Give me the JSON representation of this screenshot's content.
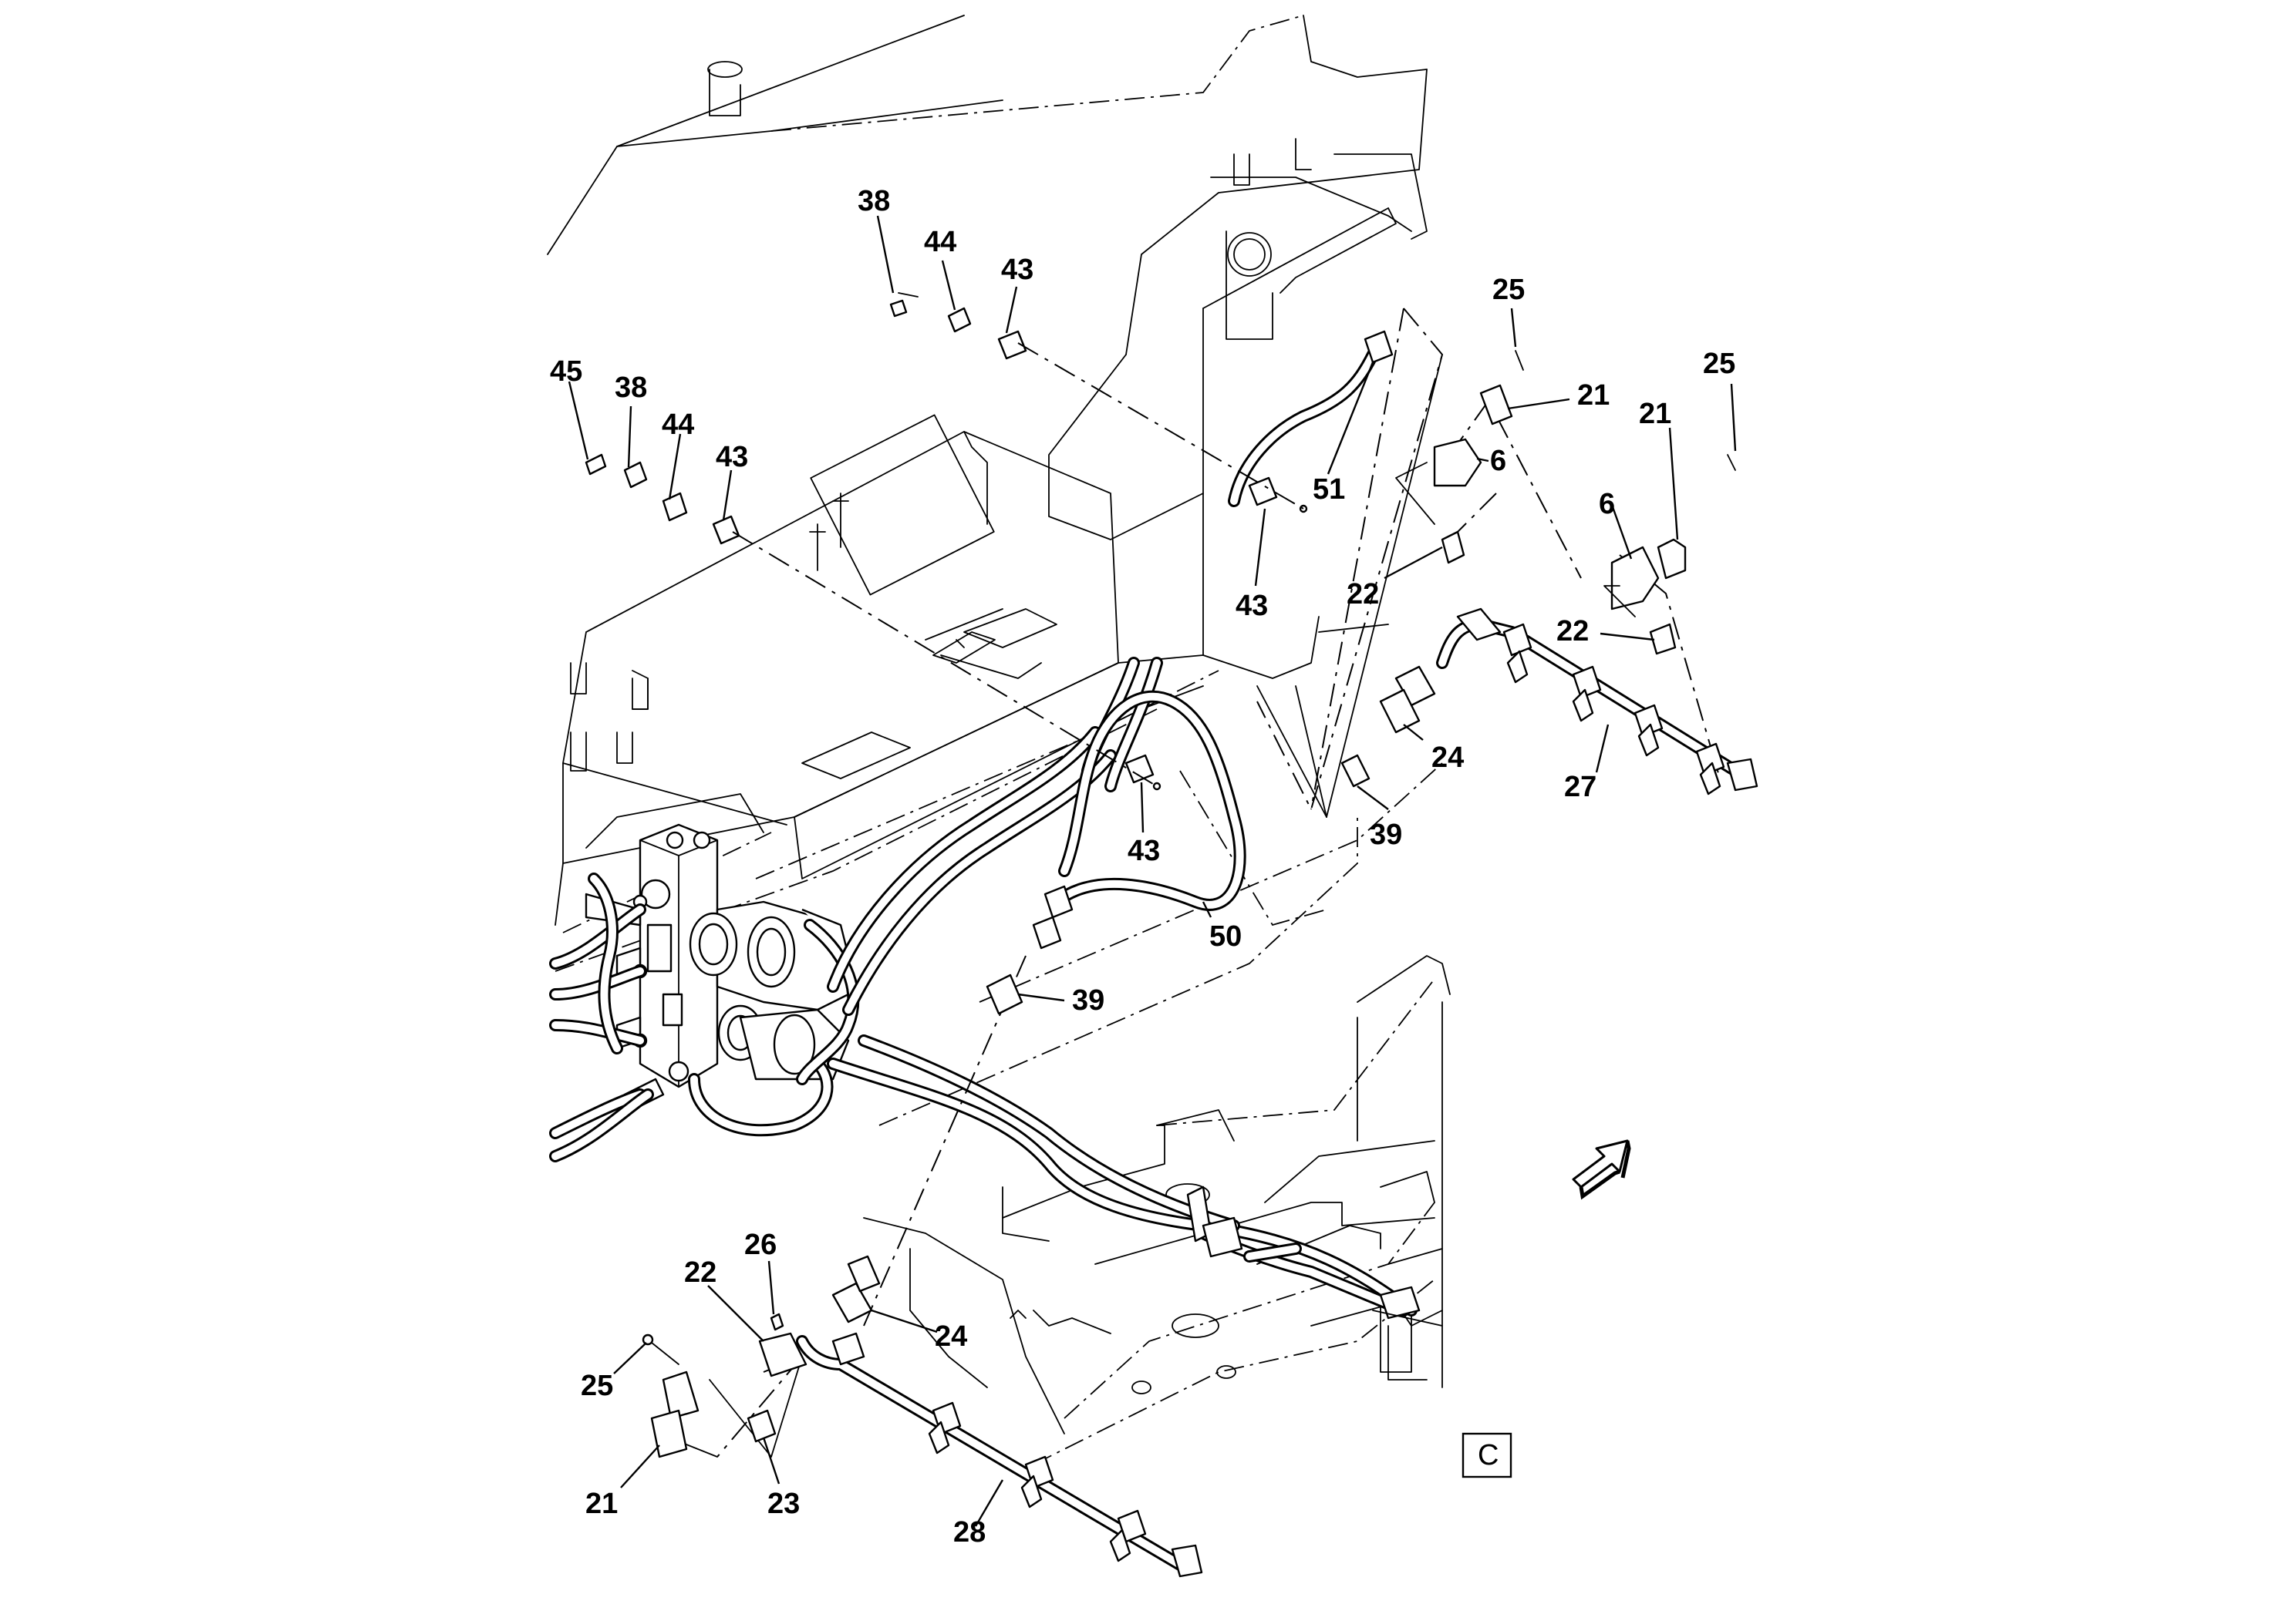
{
  "diagram": {
    "callouts": [
      {
        "id": "c38a",
        "text": "38"
      },
      {
        "id": "c44a",
        "text": "44"
      },
      {
        "id": "c43a",
        "text": "43"
      },
      {
        "id": "c45",
        "text": "45"
      },
      {
        "id": "c38b",
        "text": "38"
      },
      {
        "id": "c44b",
        "text": "44"
      },
      {
        "id": "c43b",
        "text": "43"
      },
      {
        "id": "c51",
        "text": "51"
      },
      {
        "id": "c43c",
        "text": "43"
      },
      {
        "id": "c43d",
        "text": "43"
      },
      {
        "id": "c50",
        "text": "50"
      },
      {
        "id": "c39a",
        "text": "39"
      },
      {
        "id": "c25a",
        "text": "25"
      },
      {
        "id": "c21a",
        "text": "21"
      },
      {
        "id": "c6a",
        "text": "6"
      },
      {
        "id": "c22a",
        "text": "22"
      },
      {
        "id": "c25b",
        "text": "25"
      },
      {
        "id": "c21b",
        "text": "21"
      },
      {
        "id": "c6b",
        "text": "6"
      },
      {
        "id": "c22b",
        "text": "22"
      },
      {
        "id": "c24a",
        "text": "24"
      },
      {
        "id": "c27",
        "text": "27"
      },
      {
        "id": "c39b",
        "text": "39"
      },
      {
        "id": "c26",
        "text": "26"
      },
      {
        "id": "c22c",
        "text": "22"
      },
      {
        "id": "c25c",
        "text": "25"
      },
      {
        "id": "c24b",
        "text": "24"
      },
      {
        "id": "c21c",
        "text": "21"
      },
      {
        "id": "c23",
        "text": "23"
      },
      {
        "id": "c28",
        "text": "28"
      }
    ],
    "view_label": "C",
    "direction_arrow": "arrow-icon"
  }
}
